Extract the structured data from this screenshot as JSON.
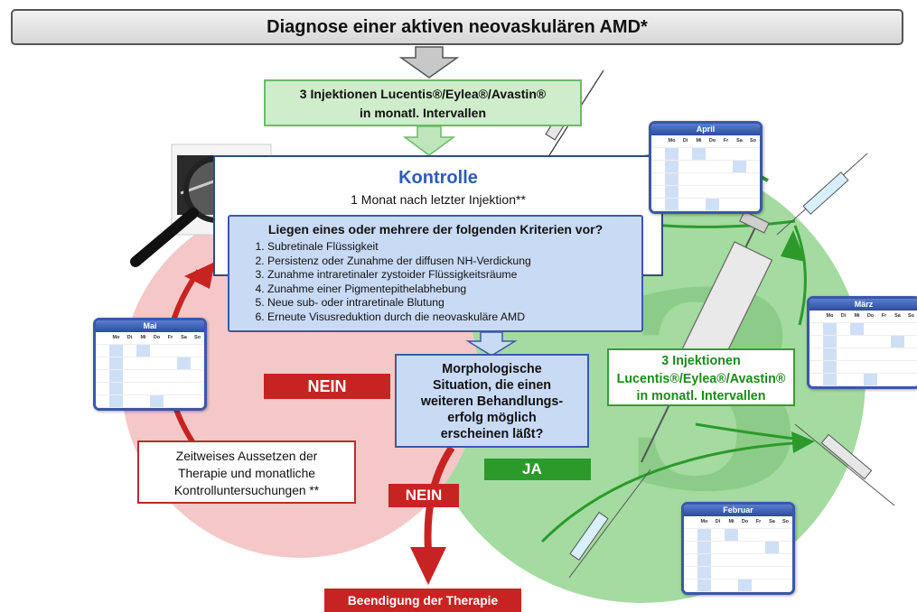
{
  "header": {
    "title": "Diagnose einer aktiven neovaskulären AMD*"
  },
  "top_injection": {
    "line1": "3 Injektionen Lucentis®/Eylea®/Avastin®",
    "line2": "in monatl. Intervallen"
  },
  "kontrolle": {
    "title": "Kontrolle",
    "subtitle": "1 Monat nach letzter Injektion**"
  },
  "criteria": {
    "heading": "Liegen eines oder mehrere der folgenden Kriterien vor?",
    "items": [
      "Subretinale Flüssigkeit",
      "Persistenz oder Zunahme der diffusen NH-Verdickung",
      "Zunahme intraretinaler zystoider Flüssigkeitsräume",
      "Zunahme einer Pigmentepithelabhebung",
      "Neue sub- oder intraretinale Blutung",
      "Erneute Visusreduktion durch die neovaskuläre AMD"
    ]
  },
  "morph": {
    "line1": "Morphologische",
    "line2": "Situation, die einen",
    "line3": "weiteren Behandlungs-",
    "line4": "erfolg möglich",
    "line5": "erscheinen läßt?"
  },
  "right_injection": {
    "line1": "3 Injektionen",
    "line2": "Lucentis®/Eylea®/Avastin®",
    "line3": "in monatl. Intervallen"
  },
  "aussetzen": {
    "line1": "Zeitweises Aussetzen der",
    "line2": "Therapie und monatliche",
    "line3": "Kontrolluntersuchungen **"
  },
  "labels": {
    "nein1": "NEIN",
    "nein2": "NEIN",
    "ja": "JA",
    "ende": "Beendigung der Therapie",
    "big_number": "3"
  },
  "calendars": {
    "weekdays": [
      "",
      "Mo",
      "Di",
      "Mi",
      "Do",
      "Fr",
      "Sa",
      "So"
    ],
    "april": "April",
    "maerz": "März",
    "mai": "Mai",
    "februar": "Februar"
  },
  "colors": {
    "green_circle": "#9fd89c",
    "red_circle": "#f4c8c8",
    "blue": "#2e4a87",
    "red": "#c82323",
    "green": "#2b9a2b"
  }
}
